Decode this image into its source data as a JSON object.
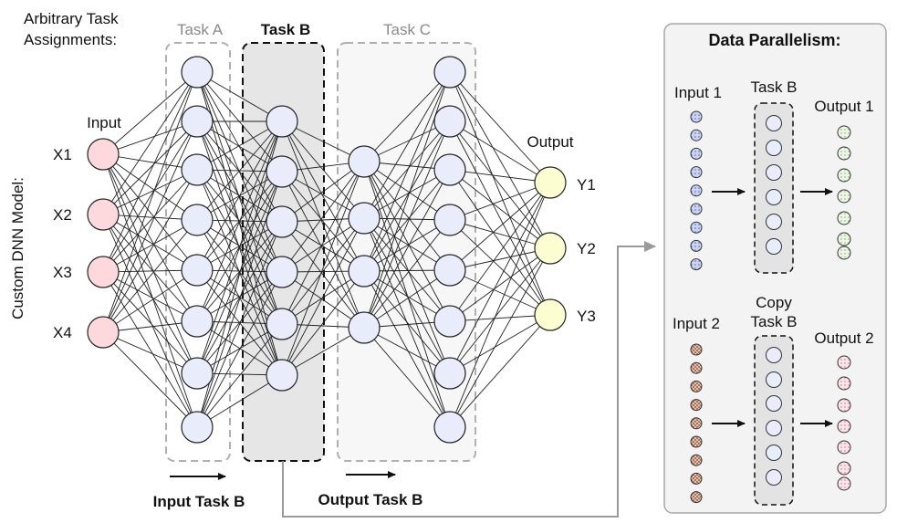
{
  "header": {
    "arbitrary_line1": "Arbitrary Task",
    "arbitrary_line2": "Assignments:",
    "task_a": "Task A",
    "task_b": "Task B",
    "task_c": "Task C",
    "side_label": "Custom DNN Model:"
  },
  "network": {
    "input_label": "Input",
    "output_label": "Output",
    "inputs": [
      "X1",
      "X2",
      "X3",
      "X4"
    ],
    "outputs": [
      "Y1",
      "Y2",
      "Y3"
    ]
  },
  "bottom": {
    "input_task_b": "Input Task B",
    "output_task_b": "Output Task B"
  },
  "panel": {
    "title": "Data Parallelism:",
    "input1": "Input 1",
    "task_b": "Task B",
    "output1": "Output 1",
    "input2": "Input 2",
    "copy_line1": "Copy",
    "copy_line2": "Task B",
    "output2": "Output 2"
  },
  "colors": {
    "input_node": "#fdd9de",
    "hidden_node": "#e8ecfb",
    "output_node": "#fdfdd2",
    "task_b_fill": "#e6e6e6",
    "task_c_fill": "#f7f7f7",
    "panel_fill": "#f3f3f3"
  }
}
